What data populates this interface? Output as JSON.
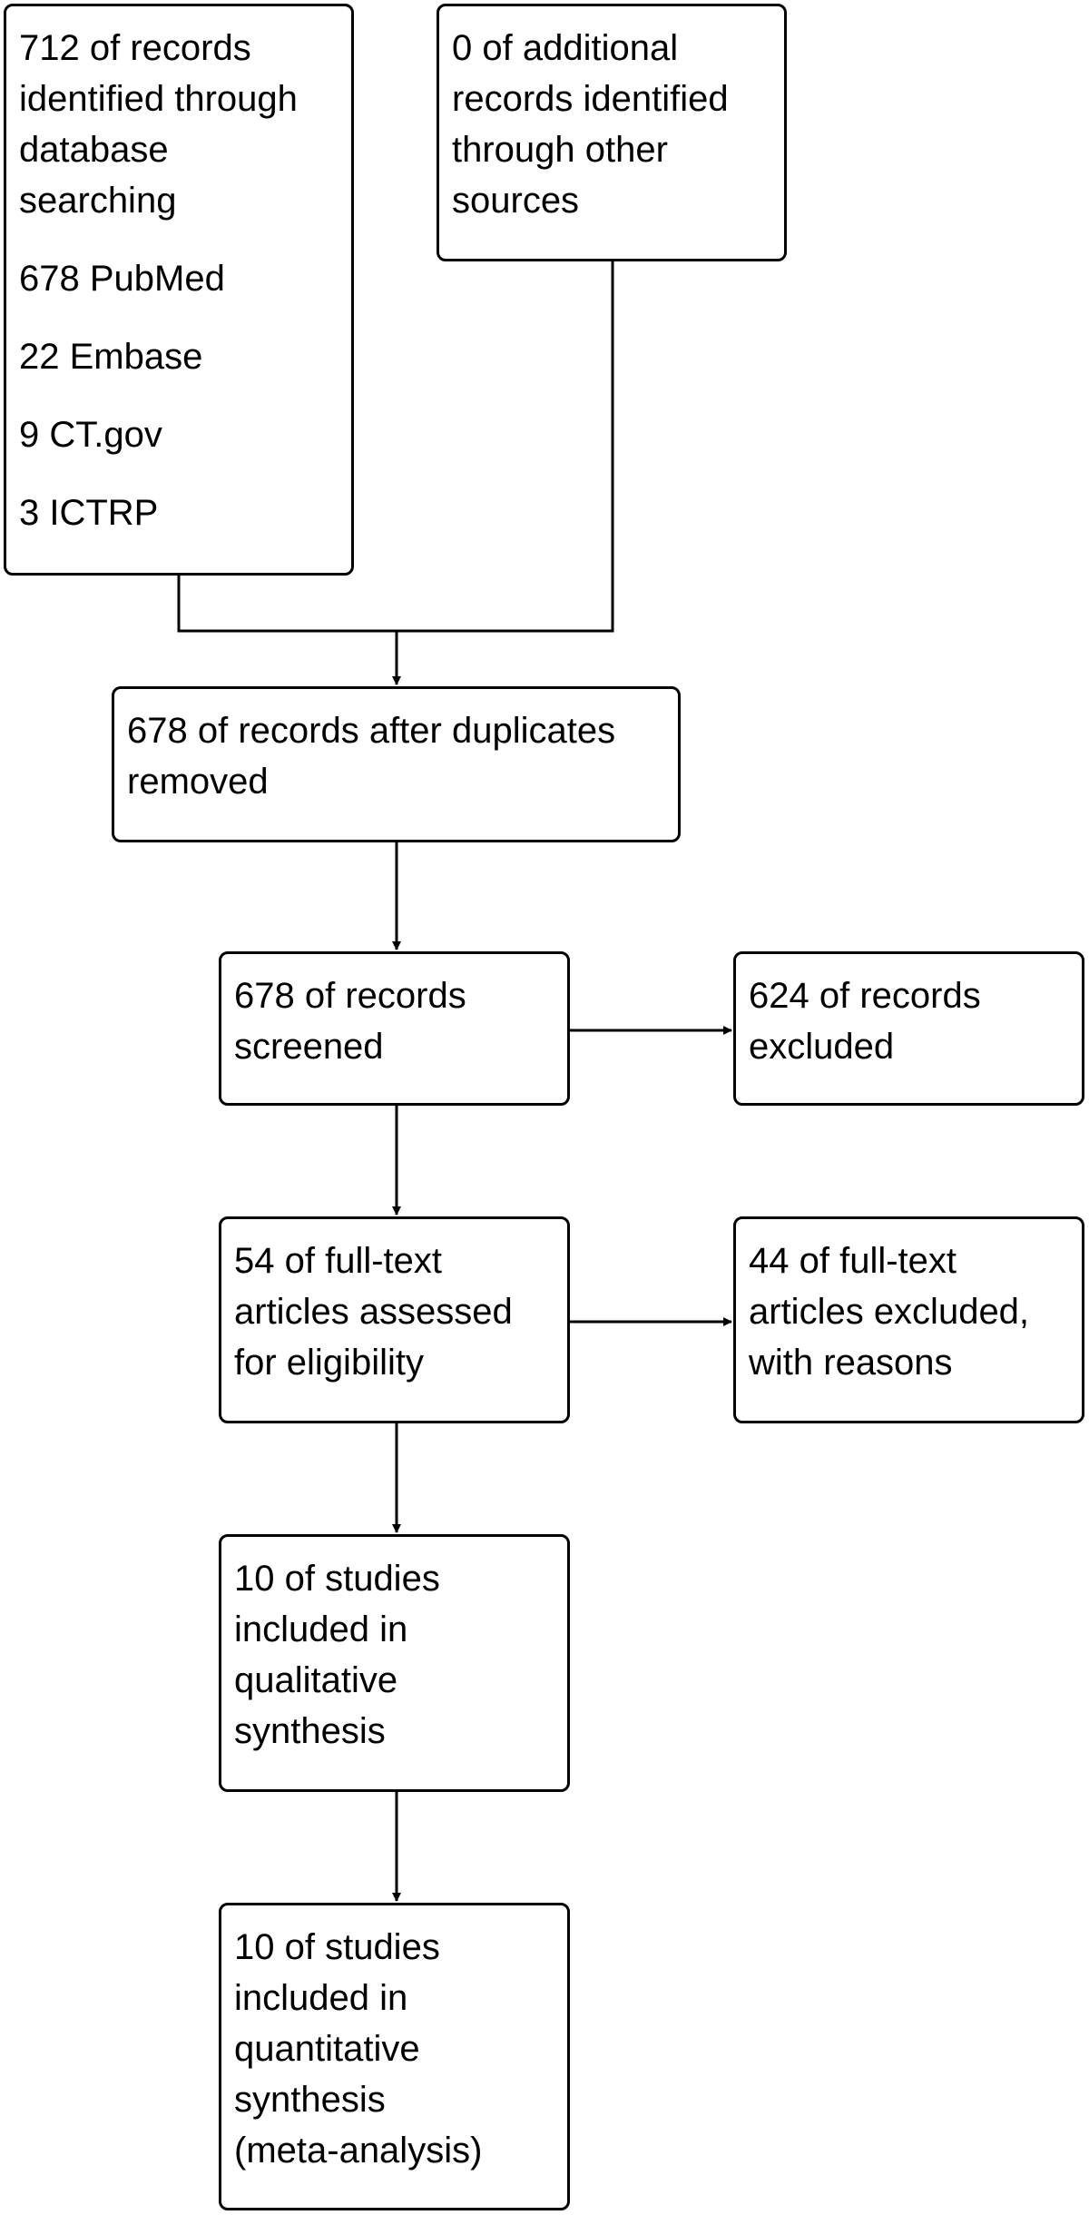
{
  "boxes": {
    "identified_db": {
      "lines": [
        "712 of records",
        "identified through",
        "database",
        "searching"
      ],
      "sources": [
        "678 PubMed",
        "22 Embase",
        "9 CT.gov",
        "3 ICTRP"
      ]
    },
    "identified_other": {
      "lines": [
        "0 of additional",
        "records identified",
        "through other",
        "sources"
      ]
    },
    "after_duplicates": {
      "lines": [
        "678 of records after duplicates",
        "removed"
      ]
    },
    "screened": {
      "lines": [
        "678 of records",
        "screened"
      ]
    },
    "excluded": {
      "lines": [
        "624 of records",
        "excluded"
      ]
    },
    "fulltext_assessed": {
      "lines": [
        "54 of full-text",
        "articles assessed",
        "for eligibility"
      ]
    },
    "fulltext_excluded": {
      "lines": [
        "44 of full-text",
        "articles excluded,",
        "with reasons"
      ]
    },
    "qualitative": {
      "lines": [
        "10 of studies",
        "included in",
        "qualitative",
        "synthesis"
      ]
    },
    "quantitative": {
      "lines": [
        "10 of studies",
        "included in",
        "quantitative",
        "synthesis",
        "(meta-analysis)"
      ]
    }
  }
}
